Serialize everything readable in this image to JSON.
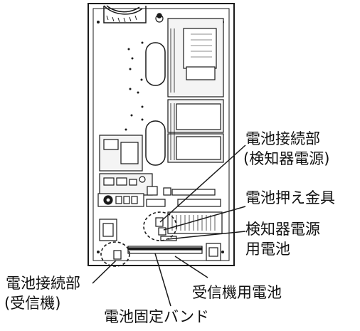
{
  "labels": {
    "battery_connector_detector": "電池接続部",
    "battery_connector_detector_paren": "(検知器電源)",
    "battery_holder": "電池押え金具",
    "detector_power_battery_line1": "検知器電源",
    "detector_power_battery_line2": "用電池",
    "battery_connector_receiver": "電池接続部",
    "battery_connector_receiver_paren": "(受信機)",
    "receiver_battery": "受信機用電池",
    "battery_fixing_band": "電池固定バンド"
  },
  "colors": {
    "line": "#1a1a1a",
    "panel_fill": "#ffffff",
    "board_fill": "#f4f4f4",
    "callout_circle": "#1a1a1a"
  }
}
